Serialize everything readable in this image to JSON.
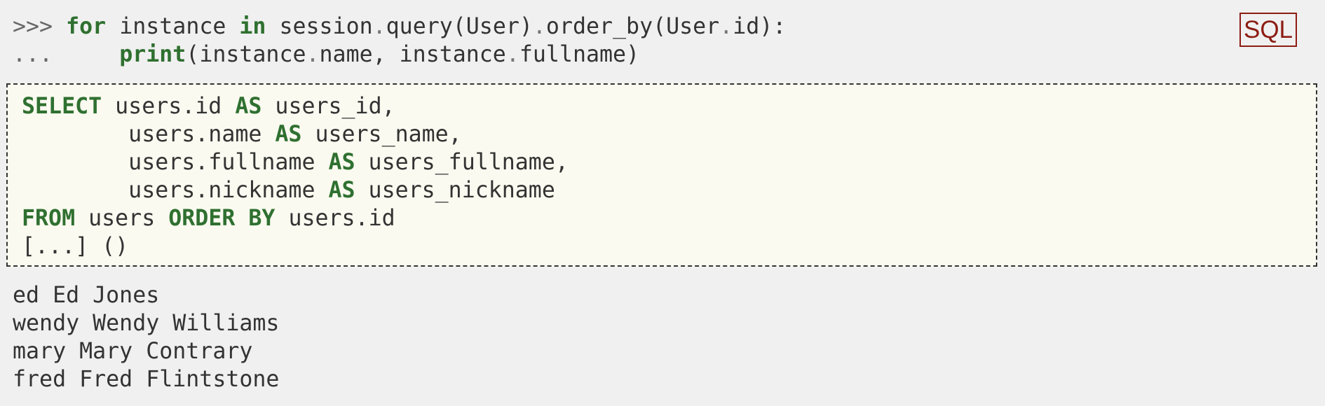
{
  "toggle_button": {
    "label": "SQL",
    "color": "#8c1c13"
  },
  "python_code": {
    "lines": [
      {
        "prompt": ">>>",
        "tokens": [
          {
            "text": " ",
            "kind": "plain"
          },
          {
            "text": "for",
            "kind": "keyword"
          },
          {
            "text": " instance ",
            "kind": "plain"
          },
          {
            "text": "in",
            "kind": "keyword"
          },
          {
            "text": " session",
            "kind": "plain"
          },
          {
            "text": ".",
            "kind": "dot"
          },
          {
            "text": "query(User)",
            "kind": "plain"
          },
          {
            "text": ".",
            "kind": "dot"
          },
          {
            "text": "order_by(User",
            "kind": "plain"
          },
          {
            "text": ".",
            "kind": "dot"
          },
          {
            "text": "id):",
            "kind": "plain"
          }
        ]
      },
      {
        "prompt": "...",
        "tokens": [
          {
            "text": "     ",
            "kind": "plain"
          },
          {
            "text": "print",
            "kind": "keyword"
          },
          {
            "text": "(instance",
            "kind": "plain"
          },
          {
            "text": ".",
            "kind": "dot"
          },
          {
            "text": "name, instance",
            "kind": "plain"
          },
          {
            "text": ".",
            "kind": "dot"
          },
          {
            "text": "fullname)",
            "kind": "plain"
          }
        ]
      }
    ]
  },
  "sql_log": {
    "lines": [
      {
        "tokens": [
          {
            "text": "SELECT",
            "kind": "keyword"
          },
          {
            "text": " users.id ",
            "kind": "plain"
          },
          {
            "text": "AS",
            "kind": "keyword"
          },
          {
            "text": " users_id,",
            "kind": "plain"
          }
        ]
      },
      {
        "tokens": [
          {
            "text": "        users.name ",
            "kind": "plain"
          },
          {
            "text": "AS",
            "kind": "keyword"
          },
          {
            "text": " users_name,",
            "kind": "plain"
          }
        ]
      },
      {
        "tokens": [
          {
            "text": "        users.fullname ",
            "kind": "plain"
          },
          {
            "text": "AS",
            "kind": "keyword"
          },
          {
            "text": " users_fullname,",
            "kind": "plain"
          }
        ]
      },
      {
        "tokens": [
          {
            "text": "        users.nickname ",
            "kind": "plain"
          },
          {
            "text": "AS",
            "kind": "keyword"
          },
          {
            "text": " users_nickname",
            "kind": "plain"
          }
        ]
      },
      {
        "tokens": [
          {
            "text": "FROM",
            "kind": "keyword"
          },
          {
            "text": " users ",
            "kind": "plain"
          },
          {
            "text": "ORDER BY",
            "kind": "keyword"
          },
          {
            "text": " users.id",
            "kind": "plain"
          }
        ]
      },
      {
        "tokens": [
          {
            "text": "[...] ()",
            "kind": "plain"
          }
        ]
      }
    ]
  },
  "output": {
    "lines": [
      "ed Ed Jones",
      "wendy Wendy Williams",
      "mary Mary Contrary",
      "fred Fred Flintstone"
    ]
  },
  "colors": {
    "page_background": "#f0f0f0",
    "sql_box_background": "#fafaf0",
    "keyword": "#2f7030",
    "text": "#333333",
    "prompt": "#666666"
  }
}
